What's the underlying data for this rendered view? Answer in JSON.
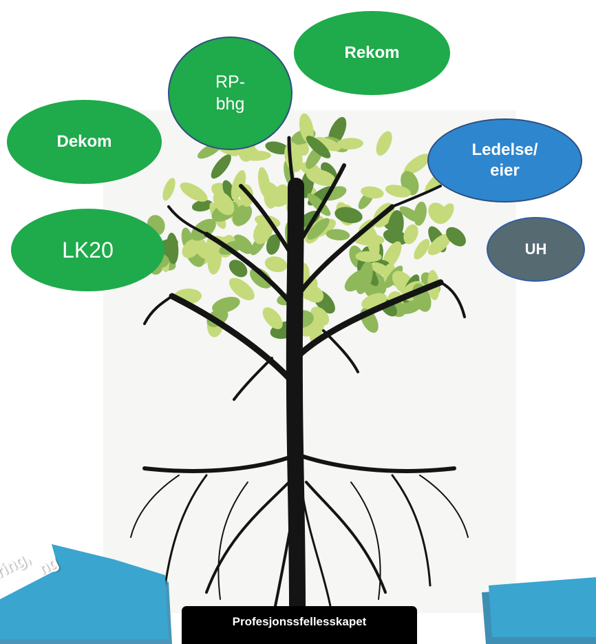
{
  "bubbles": {
    "rp": "RP-\nbhg",
    "rekom": "Rekom",
    "dekom": "Dekom",
    "ledelse": "Ledelse/\neier",
    "lk20": "LK20",
    "uh": "UH"
  },
  "caption": "Profesjonssfellesskapet",
  "left_arrow": {
    "line1": "kring,",
    "line2": "ng"
  },
  "colors": {
    "green": "#1faa4b",
    "blue": "#2e86cf",
    "gray": "#566a72",
    "arrow": "#3aa5cf",
    "trunk": "#141414",
    "leaf_light": "#c5da7a",
    "leaf_dark": "#5a8a3a"
  }
}
